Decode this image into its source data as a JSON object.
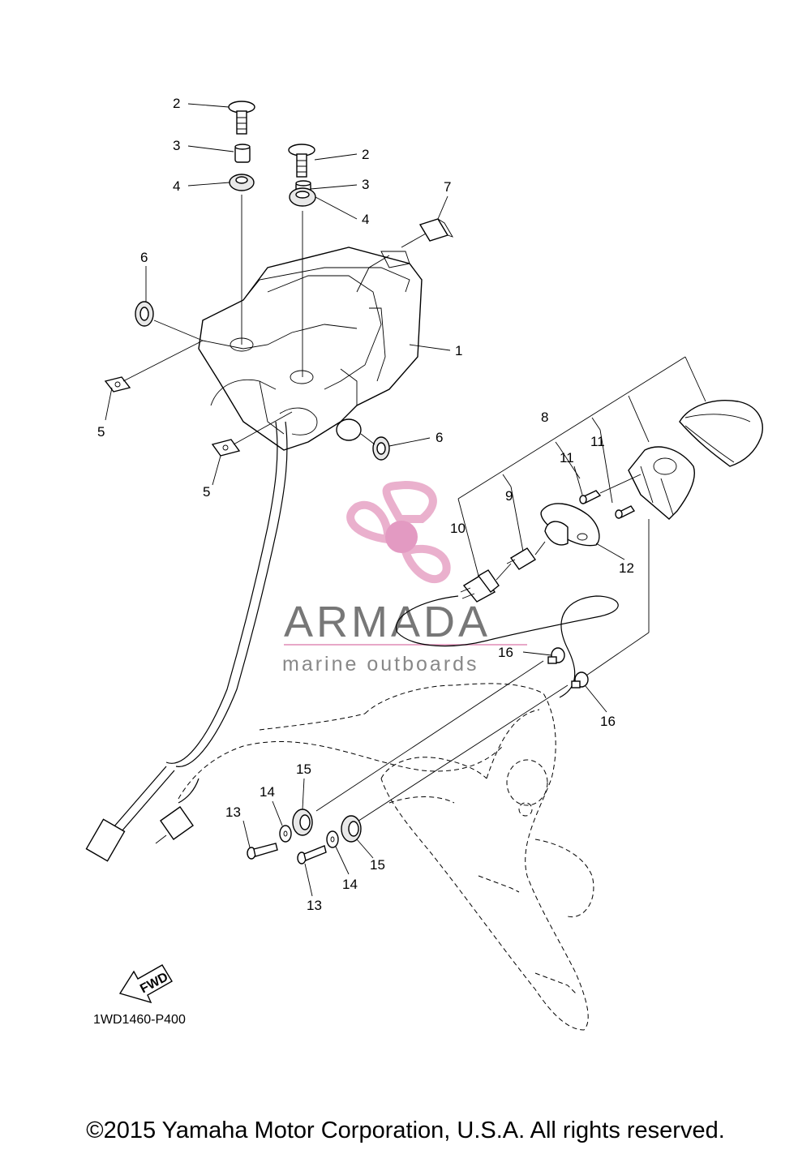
{
  "callouts": [
    {
      "id": "c1",
      "text": "1"
    },
    {
      "id": "c2a",
      "text": "2"
    },
    {
      "id": "c2b",
      "text": "2"
    },
    {
      "id": "c3a",
      "text": "3"
    },
    {
      "id": "c3b",
      "text": "3"
    },
    {
      "id": "c4a",
      "text": "4"
    },
    {
      "id": "c4b",
      "text": "4"
    },
    {
      "id": "c5a",
      "text": "5"
    },
    {
      "id": "c5b",
      "text": "5"
    },
    {
      "id": "c6a",
      "text": "6"
    },
    {
      "id": "c6b",
      "text": "6"
    },
    {
      "id": "c7",
      "text": "7"
    },
    {
      "id": "c8",
      "text": "8"
    },
    {
      "id": "c9",
      "text": "9"
    },
    {
      "id": "c10",
      "text": "10"
    },
    {
      "id": "c11a",
      "text": "11"
    },
    {
      "id": "c11b",
      "text": "11"
    },
    {
      "id": "c12",
      "text": "12"
    },
    {
      "id": "c13a",
      "text": "13"
    },
    {
      "id": "c13b",
      "text": "13"
    },
    {
      "id": "c14a",
      "text": "14"
    },
    {
      "id": "c14b",
      "text": "14"
    },
    {
      "id": "c15a",
      "text": "15"
    },
    {
      "id": "c15b",
      "text": "15"
    },
    {
      "id": "c16a",
      "text": "16"
    },
    {
      "id": "c16b",
      "text": "16"
    }
  ],
  "fwd_label": "FWD",
  "diagram_code": "1WD1460-P400",
  "watermark": {
    "title": "ARMADA",
    "subtitle": "marine outboards",
    "logo_color": "#e8a8c8",
    "logo_center_color": "#e090bc"
  },
  "copyright": "©2015 Yamaha Motor Corporation, U.S.A. All rights reserved."
}
